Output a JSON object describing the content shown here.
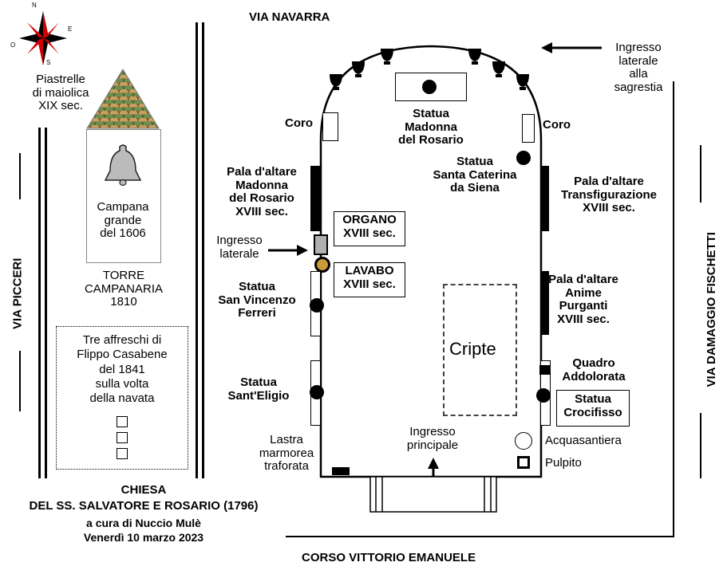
{
  "streets": {
    "north": "VIA NAVARRA",
    "south": "CORSO VITTORIO EMANUELE",
    "west": "VIA PICCERI",
    "east": "VIA DAMAGGIO FISCHETTI"
  },
  "compass": {
    "n": "N",
    "e": "E",
    "s": "S",
    "o": "O"
  },
  "tower": {
    "tiles_label": "Piastrelle\ndi maiolica\nXIX sec.",
    "bell_label": "Campana\ngrande\ndel 1606",
    "tower_label": "TORRE\nCAMPANARIA\n1810"
  },
  "frescoes": "Tre affreschi di\nFlippo Casabene\ndel 1841\nsulla volta\ndella navata",
  "title": {
    "line1": "CHIESA",
    "line2": "DEL SS. SALVATORE E ROSARIO (1796)",
    "line3": "a cura di Nuccio Mulè",
    "line4": "Venerdì 10 marzo 2023"
  },
  "labels": {
    "side_entrance_sacristy": "Ingresso\nlaterale\nalla\nsagrestia",
    "statue_madonna": "Statua\nMadonna\ndel Rosario",
    "choir_left": "Coro",
    "choir_right": "Coro",
    "statue_caterina": "Statua\nSanta Caterina\nda Siena",
    "altar_madonna": "Pala d'altare\nMadonna\ndel Rosario\nXVIII sec.",
    "altar_transfig": "Pala d'altare\nTransfigurazione\nXVIII sec.",
    "organ": "ORGANO\nXVIII sec.",
    "side_entrance": "Ingresso\nlaterale",
    "lavabo": "LAVABO\nXVIII sec.",
    "statue_vincenzo": "Statua\nSan Vincenzo\nFerreri",
    "altar_anime": "Pala d'altare\nAnime\nPurganti\nXVIII sec.",
    "crypt": "Cripte",
    "statue_eligio": "Statua\nSant'Eligio",
    "quadro": "Quadro\nAddolorata",
    "crocifisso": "Statua\nCrocifisso",
    "lastra": "Lastra\nmarmorea\ntraforata",
    "main_entrance": "Ingresso\nprincipale",
    "acquasantiera": "Acquasantiera",
    "pulpito": "Pulpito"
  }
}
